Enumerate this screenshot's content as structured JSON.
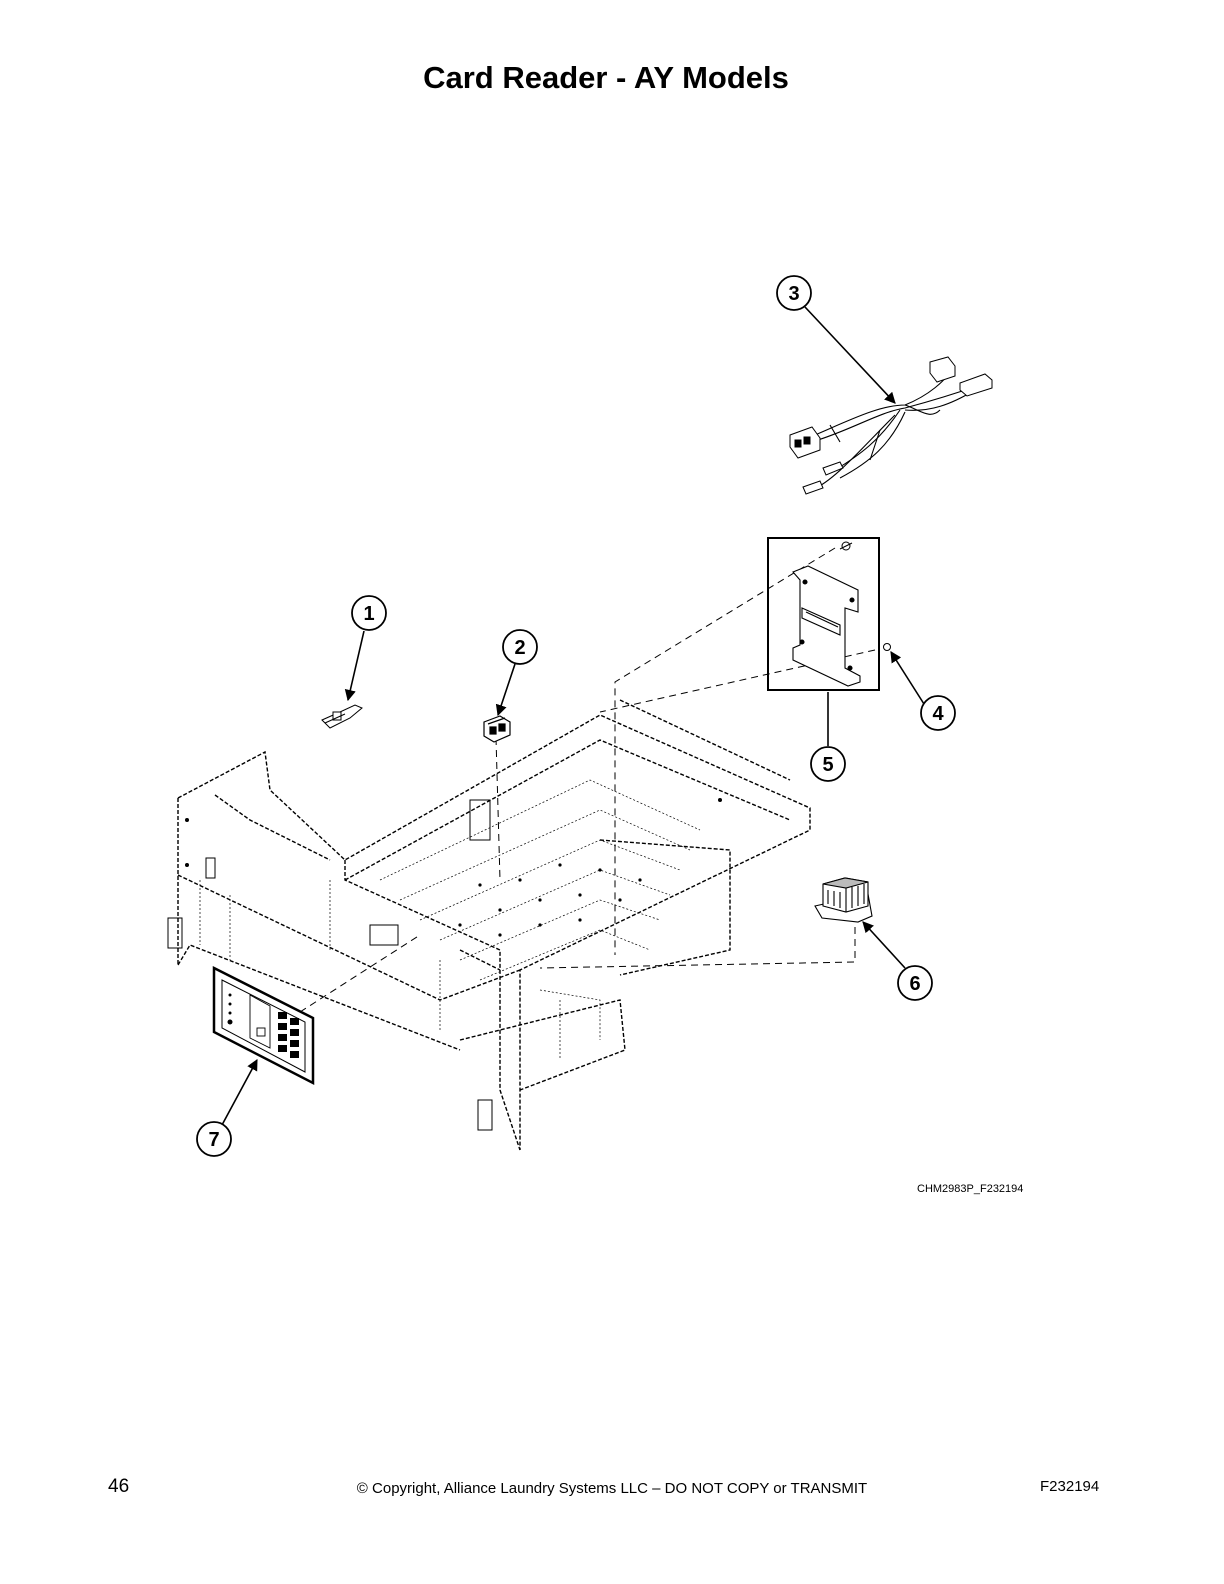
{
  "title": "Card Reader - AY Models",
  "drawing_id": "CHM2983P_F232194",
  "callouts": [
    "1",
    "2",
    "3",
    "4",
    "5",
    "6",
    "7"
  ],
  "footer": {
    "page_number": "46",
    "copyright": "© Copyright, Alliance Laundry Systems LLC – DO NOT COPY or TRANSMIT",
    "form_number": "F232194"
  }
}
